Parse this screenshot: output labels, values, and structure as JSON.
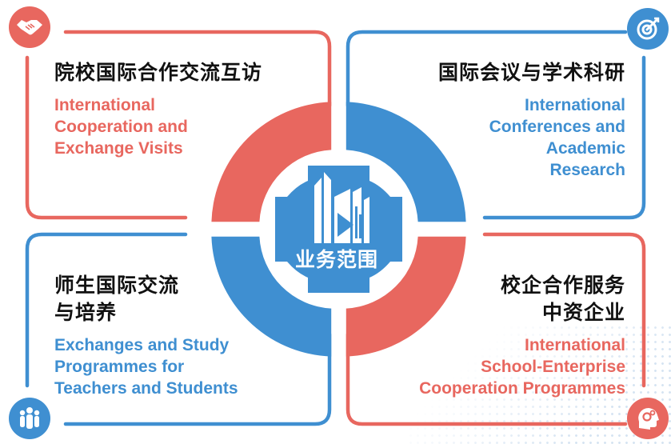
{
  "colors": {
    "red": "#e8675f",
    "blue": "#3f8fd1",
    "dark": "#111111"
  },
  "center": {
    "label": "业务范围",
    "logo": "city-tower-logo-icon"
  },
  "quadrants": [
    {
      "position": "top-left",
      "accent": "red",
      "icon": "handshake-icon",
      "title_lines": [
        "院校国际合作交流互访"
      ],
      "subtitle_lines": [
        "International",
        "Cooperation and",
        "Exchange Visits"
      ]
    },
    {
      "position": "top-right",
      "accent": "blue",
      "icon": "target-arrow-icon",
      "title_lines": [
        "国际会议与学术科研"
      ],
      "subtitle_lines": [
        "International",
        "Conferences and",
        "Academic",
        "Research"
      ]
    },
    {
      "position": "bottom-left",
      "accent": "blue",
      "icon": "people-group-icon",
      "title_lines": [
        "师生国际交流",
        "与培养"
      ],
      "subtitle_lines": [
        "Exchanges and Study",
        "Programmes for",
        "Teachers and Students"
      ]
    },
    {
      "position": "bottom-right",
      "accent": "red",
      "icon": "head-gears-icon",
      "title_lines": [
        "校企合作服务",
        "中资企业"
      ],
      "subtitle_lines": [
        "International",
        "School-Enterprise",
        "Cooperation Programmes"
      ]
    }
  ]
}
